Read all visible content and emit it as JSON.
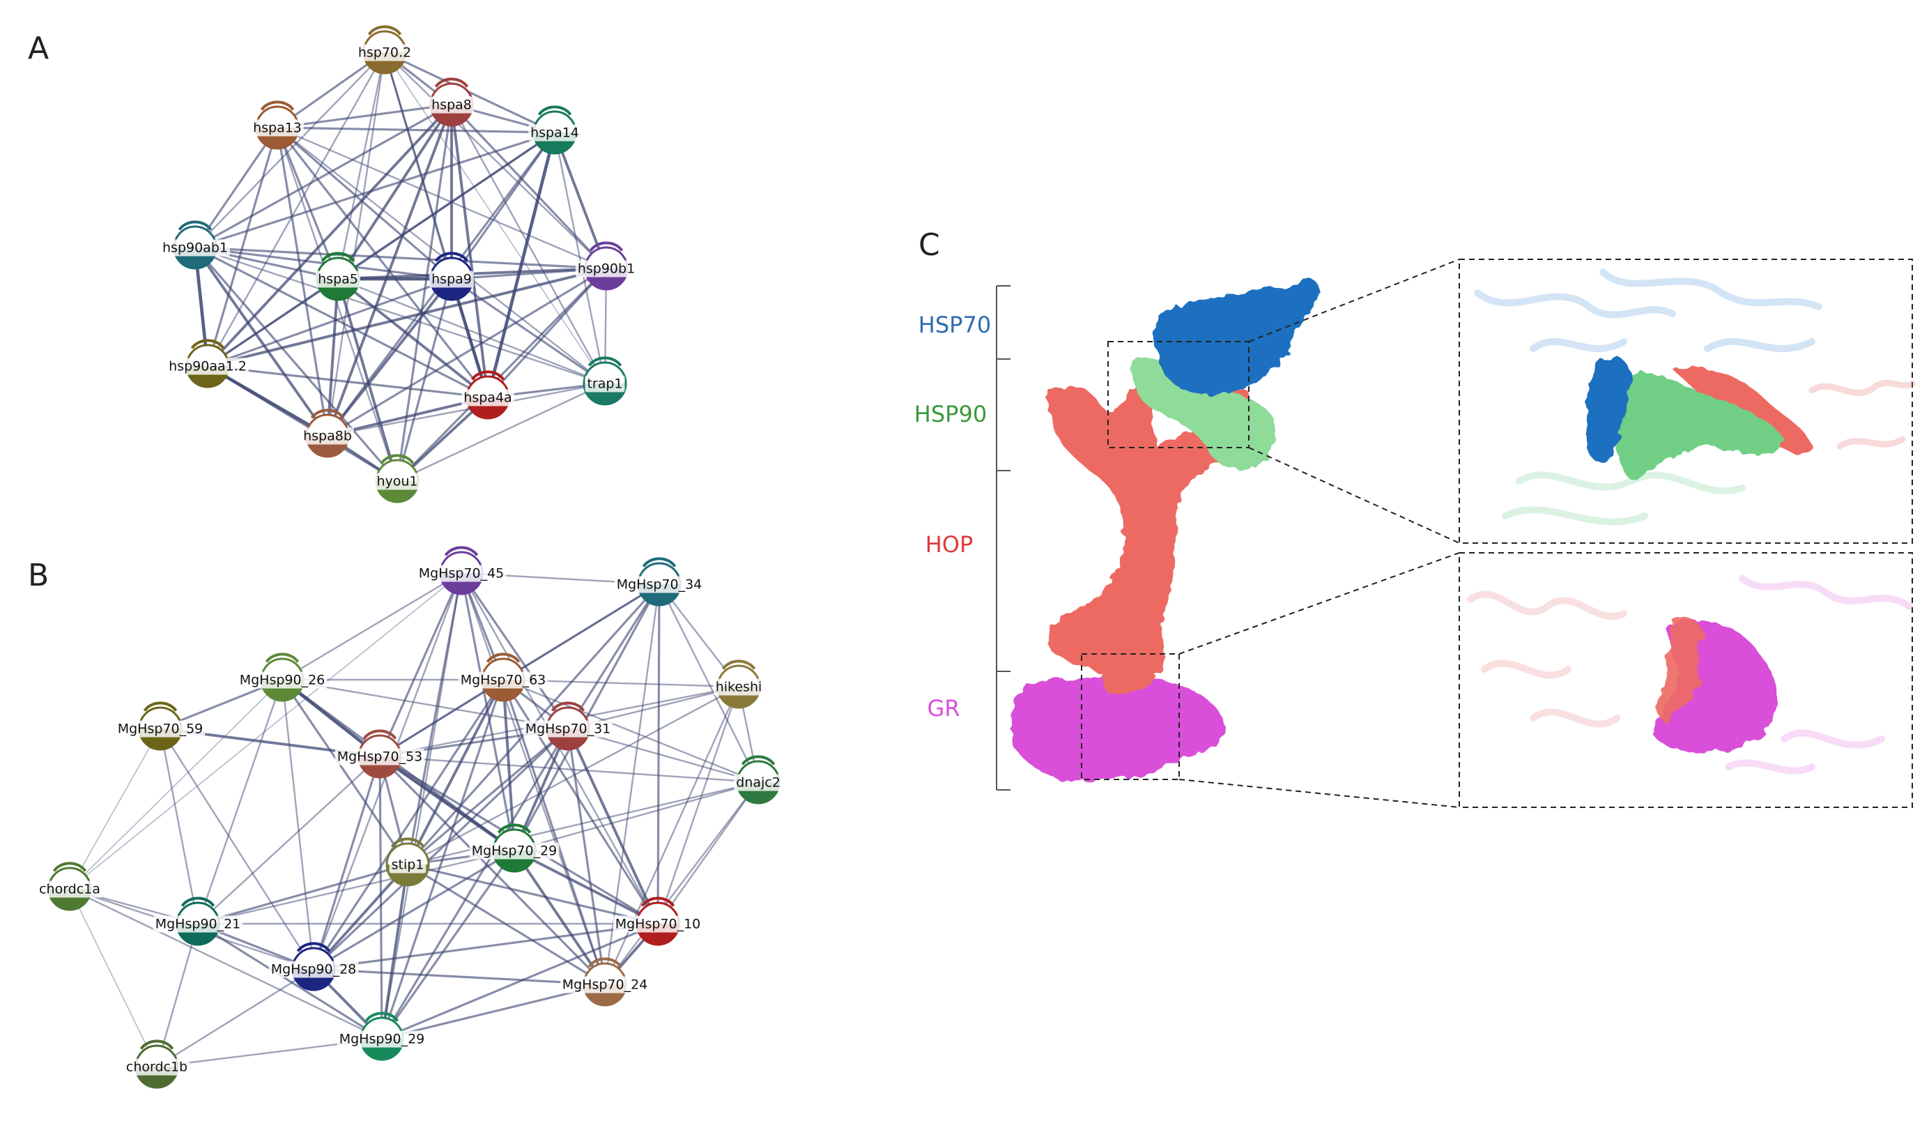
{
  "panels": {
    "a": {
      "letter": "A"
    },
    "b": {
      "letter": "B"
    },
    "c": {
      "letter": "C"
    }
  },
  "network_a": {
    "edge_color": "#3b4470",
    "nodes": [
      {
        "id": "hsp70.2",
        "color": "#8a6b2e"
      },
      {
        "id": "hspa8",
        "color": "#9e4040"
      },
      {
        "id": "hspa13",
        "color": "#9b5b34"
      },
      {
        "id": "hspa14",
        "color": "#167a5c"
      },
      {
        "id": "hsp90ab1",
        "color": "#1f6b7a"
      },
      {
        "id": "hspa5",
        "color": "#1e7a36"
      },
      {
        "id": "hspa9",
        "color": "#1c2680"
      },
      {
        "id": "hsp90b1",
        "color": "#6b3e9c"
      },
      {
        "id": "hsp90aa1.2",
        "color": "#6c6418"
      },
      {
        "id": "hspa4a",
        "color": "#b01e1e"
      },
      {
        "id": "trap1",
        "color": "#1a7a66"
      },
      {
        "id": "hspa8b",
        "color": "#9b5b3e"
      },
      {
        "id": "hyou1",
        "color": "#5d8a38"
      }
    ],
    "edges": [
      [
        "hsp70.2",
        "hspa8",
        3
      ],
      [
        "hsp70.2",
        "hspa13",
        3
      ],
      [
        "hsp70.2",
        "hspa14",
        3
      ],
      [
        "hsp70.2",
        "hsp90ab1",
        2
      ],
      [
        "hsp70.2",
        "hspa5",
        2
      ],
      [
        "hsp70.2",
        "hspa9",
        3
      ],
      [
        "hsp70.2",
        "hsp90b1",
        2
      ],
      [
        "hsp70.2",
        "hsp90aa1.2",
        2
      ],
      [
        "hsp70.2",
        "hspa4a",
        2
      ],
      [
        "hsp70.2",
        "trap1",
        1
      ],
      [
        "hsp70.2",
        "hspa8b",
        2
      ],
      [
        "hspa8",
        "hspa13",
        3
      ],
      [
        "hspa8",
        "hspa14",
        3
      ],
      [
        "hspa8",
        "hsp90ab1",
        3
      ],
      [
        "hspa8",
        "hspa5",
        4
      ],
      [
        "hspa8",
        "hspa9",
        4
      ],
      [
        "hspa8",
        "hsp90b1",
        3
      ],
      [
        "hspa8",
        "hsp90aa1.2",
        4
      ],
      [
        "hspa8",
        "hspa4a",
        4
      ],
      [
        "hspa8",
        "trap1",
        2
      ],
      [
        "hspa8",
        "hspa8b",
        4
      ],
      [
        "hspa8",
        "hyou1",
        3
      ],
      [
        "hspa13",
        "hspa14",
        3
      ],
      [
        "hspa13",
        "hsp90ab1",
        3
      ],
      [
        "hspa13",
        "hspa5",
        3
      ],
      [
        "hspa13",
        "hspa9",
        3
      ],
      [
        "hspa13",
        "hsp90b1",
        2
      ],
      [
        "hspa13",
        "hsp90aa1.2",
        3
      ],
      [
        "hspa13",
        "hspa4a",
        3
      ],
      [
        "hspa13",
        "trap1",
        2
      ],
      [
        "hspa13",
        "hspa8b",
        3
      ],
      [
        "hspa13",
        "hyou1",
        2
      ],
      [
        "hspa14",
        "hsp90ab1",
        3
      ],
      [
        "hspa14",
        "hspa5",
        3
      ],
      [
        "hspa14",
        "hspa9",
        3
      ],
      [
        "hspa14",
        "hsp90b1",
        4
      ],
      [
        "hspa14",
        "hsp90aa1.2",
        3
      ],
      [
        "hspa14",
        "hspa4a",
        5
      ],
      [
        "hspa14",
        "trap1",
        2
      ],
      [
        "hspa14",
        "hspa8b",
        3
      ],
      [
        "hsp90ab1",
        "hspa5",
        3
      ],
      [
        "hsp90ab1",
        "hspa9",
        3
      ],
      [
        "hsp90ab1",
        "hsp90b1",
        3
      ],
      [
        "hsp90ab1",
        "hsp90aa1.2",
        5
      ],
      [
        "hsp90ab1",
        "hspa4a",
        3
      ],
      [
        "hsp90ab1",
        "trap1",
        2
      ],
      [
        "hsp90ab1",
        "hspa8b",
        4
      ],
      [
        "hsp90ab1",
        "hyou1",
        3
      ],
      [
        "hspa5",
        "hspa9",
        5
      ],
      [
        "hspa5",
        "hsp90b1",
        4
      ],
      [
        "hspa5",
        "hsp90aa1.2",
        3
      ],
      [
        "hspa5",
        "hspa4a",
        4
      ],
      [
        "hspa5",
        "trap1",
        2
      ],
      [
        "hspa5",
        "hspa8b",
        4
      ],
      [
        "hspa5",
        "hyou1",
        4
      ],
      [
        "hspa9",
        "hsp90b1",
        3
      ],
      [
        "hspa9",
        "hsp90aa1.2",
        3
      ],
      [
        "hspa9",
        "hspa4a",
        5
      ],
      [
        "hspa9",
        "trap1",
        3
      ],
      [
        "hspa9",
        "hspa8b",
        4
      ],
      [
        "hspa9",
        "hyou1",
        3
      ],
      [
        "hsp90b1",
        "hsp90aa1.2",
        4
      ],
      [
        "hsp90b1",
        "hspa4a",
        3
      ],
      [
        "hsp90b1",
        "trap1",
        2
      ],
      [
        "hsp90b1",
        "hspa8b",
        3
      ],
      [
        "hsp90b1",
        "hyou1",
        3
      ],
      [
        "hsp90aa1.2",
        "hspa4a",
        3
      ],
      [
        "hsp90aa1.2",
        "hspa8b",
        5
      ],
      [
        "hsp90aa1.2",
        "hyou1",
        3
      ],
      [
        "hspa4a",
        "trap1",
        3
      ],
      [
        "hspa4a",
        "hspa8b",
        4
      ],
      [
        "hspa4a",
        "hyou1",
        4
      ],
      [
        "trap1",
        "hspa8b",
        2
      ],
      [
        "trap1",
        "hyou1",
        2
      ],
      [
        "hspa8b",
        "hyou1",
        4
      ]
    ]
  },
  "network_b": {
    "edge_color": "#3b4470",
    "nodes": [
      {
        "id": "MgHsp70_45",
        "color": "#6b3e9c"
      },
      {
        "id": "MgHsp70_34",
        "color": "#1f6b7a"
      },
      {
        "id": "MgHsp90_26",
        "color": "#5d8a38"
      },
      {
        "id": "MgHsp70_63",
        "color": "#9b5b34"
      },
      {
        "id": "hikeshi",
        "color": "#8a7a3a"
      },
      {
        "id": "MgHsp70_59",
        "color": "#6c6418"
      },
      {
        "id": "MgHsp70_53",
        "color": "#9e4a40"
      },
      {
        "id": "MgHsp70_31",
        "color": "#9e4040"
      },
      {
        "id": "dnajc2",
        "color": "#2e7a40"
      },
      {
        "id": "chordc1a",
        "color": "#4e7a32"
      },
      {
        "id": "stip1",
        "color": "#7a7a3a"
      },
      {
        "id": "MgHsp70_29",
        "color": "#1e7a36"
      },
      {
        "id": "MgHsp90_21",
        "color": "#0f6b5c"
      },
      {
        "id": "MgHsp70_10",
        "color": "#b01e1e"
      },
      {
        "id": "MgHsp90_28",
        "color": "#1c2680"
      },
      {
        "id": "MgHsp70_24",
        "color": "#9b6b48"
      },
      {
        "id": "MgHsp90_29",
        "color": "#178a5c"
      },
      {
        "id": "chordc1b",
        "color": "#4e6b32"
      }
    ],
    "edges": [
      [
        "MgHsp70_45",
        "MgHsp70_34",
        2
      ],
      [
        "MgHsp70_45",
        "MgHsp90_26",
        2
      ],
      [
        "MgHsp70_45",
        "MgHsp70_63",
        3
      ],
      [
        "MgHsp70_45",
        "MgHsp70_53",
        3
      ],
      [
        "MgHsp70_45",
        "MgHsp70_31",
        3
      ],
      [
        "MgHsp70_45",
        "stip1",
        3
      ],
      [
        "MgHsp70_45",
        "MgHsp70_29",
        3
      ],
      [
        "MgHsp70_45",
        "MgHsp70_10",
        2
      ],
      [
        "MgHsp70_45",
        "MgHsp90_28",
        2
      ],
      [
        "MgHsp70_45",
        "MgHsp90_29",
        2
      ],
      [
        "MgHsp70_45",
        "MgHsp70_24",
        2
      ],
      [
        "MgHsp70_45",
        "chordc1a",
        1
      ],
      [
        "MgHsp70_34",
        "MgHsp70_63",
        3
      ],
      [
        "MgHsp70_34",
        "MgHsp70_53",
        2
      ],
      [
        "MgHsp70_34",
        "MgHsp70_31",
        3
      ],
      [
        "MgHsp70_34",
        "stip1",
        3
      ],
      [
        "MgHsp70_34",
        "MgHsp70_29",
        3
      ],
      [
        "MgHsp70_34",
        "MgHsp70_10",
        3
      ],
      [
        "MgHsp70_34",
        "MgHsp70_24",
        2
      ],
      [
        "MgHsp70_34",
        "dnajc2",
        2
      ],
      [
        "MgHsp70_34",
        "hikeshi",
        2
      ],
      [
        "MgHsp90_26",
        "MgHsp70_59",
        3
      ],
      [
        "MgHsp90_26",
        "MgHsp70_53",
        5
      ],
      [
        "MgHsp90_26",
        "MgHsp70_63",
        2
      ],
      [
        "MgHsp90_26",
        "MgHsp70_31",
        2
      ],
      [
        "MgHsp90_26",
        "MgHsp90_21",
        2
      ],
      [
        "MgHsp90_26",
        "MgHsp90_28",
        2
      ],
      [
        "MgHsp90_26",
        "stip1",
        3
      ],
      [
        "MgHsp90_26",
        "MgHsp70_29",
        3
      ],
      [
        "MgHsp90_26",
        "chordc1a",
        1
      ],
      [
        "MgHsp70_63",
        "MgHsp70_53",
        3
      ],
      [
        "MgHsp70_63",
        "MgHsp70_31",
        3
      ],
      [
        "MgHsp70_63",
        "stip1",
        4
      ],
      [
        "MgHsp70_63",
        "MgHsp70_29",
        4
      ],
      [
        "MgHsp70_63",
        "MgHsp70_10",
        3
      ],
      [
        "MgHsp70_63",
        "MgHsp90_28",
        3
      ],
      [
        "MgHsp70_63",
        "MgHsp90_29",
        3
      ],
      [
        "MgHsp70_63",
        "MgHsp70_24",
        3
      ],
      [
        "MgHsp70_63",
        "hikeshi",
        2
      ],
      [
        "MgHsp70_63",
        "dnajc2",
        2
      ],
      [
        "hikeshi",
        "MgHsp70_31",
        2
      ],
      [
        "hikeshi",
        "dnajc2",
        2
      ],
      [
        "hikeshi",
        "MgHsp70_10",
        2
      ],
      [
        "hikeshi",
        "stip1",
        2
      ],
      [
        "hikeshi",
        "MgHsp70_53",
        2
      ],
      [
        "hikeshi",
        "MgHsp70_24",
        2
      ],
      [
        "MgHsp70_59",
        "MgHsp70_53",
        4
      ],
      [
        "MgHsp70_59",
        "MgHsp90_21",
        2
      ],
      [
        "MgHsp70_59",
        "MgHsp90_28",
        2
      ],
      [
        "MgHsp70_59",
        "chordc1a",
        1
      ],
      [
        "MgHsp70_53",
        "MgHsp70_31",
        3
      ],
      [
        "MgHsp70_53",
        "stip1",
        3
      ],
      [
        "MgHsp70_53",
        "MgHsp70_29",
        5
      ],
      [
        "MgHsp70_53",
        "MgHsp70_10",
        3
      ],
      [
        "MgHsp70_53",
        "MgHsp90_28",
        3
      ],
      [
        "MgHsp70_53",
        "MgHsp90_29",
        3
      ],
      [
        "MgHsp70_53",
        "MgHsp70_24",
        3
      ],
      [
        "MgHsp70_53",
        "MgHsp90_21",
        2
      ],
      [
        "MgHsp70_53",
        "dnajc2",
        2
      ],
      [
        "MgHsp70_31",
        "stip1",
        3
      ],
      [
        "MgHsp70_31",
        "MgHsp70_29",
        4
      ],
      [
        "MgHsp70_31",
        "MgHsp70_10",
        4
      ],
      [
        "MgHsp70_31",
        "MgHsp90_28",
        3
      ],
      [
        "MgHsp70_31",
        "MgHsp90_29",
        3
      ],
      [
        "MgHsp70_31",
        "MgHsp70_24",
        3
      ],
      [
        "MgHsp70_31",
        "dnajc2",
        2
      ],
      [
        "dnajc2",
        "MgHsp70_10",
        2
      ],
      [
        "dnajc2",
        "MgHsp70_29",
        2
      ],
      [
        "dnajc2",
        "stip1",
        2
      ],
      [
        "dnajc2",
        "MgHsp70_24",
        2
      ],
      [
        "chordc1a",
        "MgHsp90_21",
        2
      ],
      [
        "chordc1a",
        "MgHsp90_28",
        2
      ],
      [
        "chordc1a",
        "MgHsp90_29",
        2
      ],
      [
        "chordc1a",
        "chordc1b",
        1
      ],
      [
        "stip1",
        "MgHsp70_29",
        3
      ],
      [
        "stip1",
        "MgHsp90_21",
        3
      ],
      [
        "stip1",
        "MgHsp70_10",
        3
      ],
      [
        "stip1",
        "MgHsp90_28",
        4
      ],
      [
        "stip1",
        "MgHsp70_24",
        3
      ],
      [
        "stip1",
        "MgHsp90_29",
        4
      ],
      [
        "MgHsp70_29",
        "MgHsp70_10",
        4
      ],
      [
        "MgHsp70_29",
        "MgHsp90_28",
        3
      ],
      [
        "MgHsp70_29",
        "MgHsp70_24",
        4
      ],
      [
        "MgHsp70_29",
        "MgHsp90_29",
        3
      ],
      [
        "MgHsp70_29",
        "MgHsp90_21",
        2
      ],
      [
        "MgHsp90_21",
        "MgHsp90_28",
        3
      ],
      [
        "MgHsp90_21",
        "MgHsp90_29",
        3
      ],
      [
        "MgHsp90_21",
        "chordc1b",
        2
      ],
      [
        "MgHsp90_21",
        "MgHsp70_10",
        2
      ],
      [
        "MgHsp70_10",
        "MgHsp90_28",
        3
      ],
      [
        "MgHsp70_10",
        "MgHsp70_24",
        4
      ],
      [
        "MgHsp70_10",
        "MgHsp90_29",
        3
      ],
      [
        "MgHsp90_28",
        "MgHsp70_24",
        3
      ],
      [
        "MgHsp90_28",
        "MgHsp90_29",
        4
      ],
      [
        "MgHsp90_28",
        "chordc1b",
        2
      ],
      [
        "MgHsp70_24",
        "MgHsp90_29",
        3
      ],
      [
        "MgHsp90_29",
        "chordc1b",
        2
      ]
    ]
  },
  "structure_c": {
    "labels": [
      {
        "text": "HSP70",
        "color": "#2b6cb3"
      },
      {
        "text": "HSP90",
        "color": "#3a9a3a"
      },
      {
        "text": "HOP",
        "color": "#e03a3a"
      },
      {
        "text": "GR",
        "color": "#d94fd9"
      }
    ],
    "colors": {
      "hsp70": "#1f6fbf",
      "hsp90": "#8fdb9a",
      "hop": "#ec6a62",
      "gr": "#d94fd9"
    }
  }
}
